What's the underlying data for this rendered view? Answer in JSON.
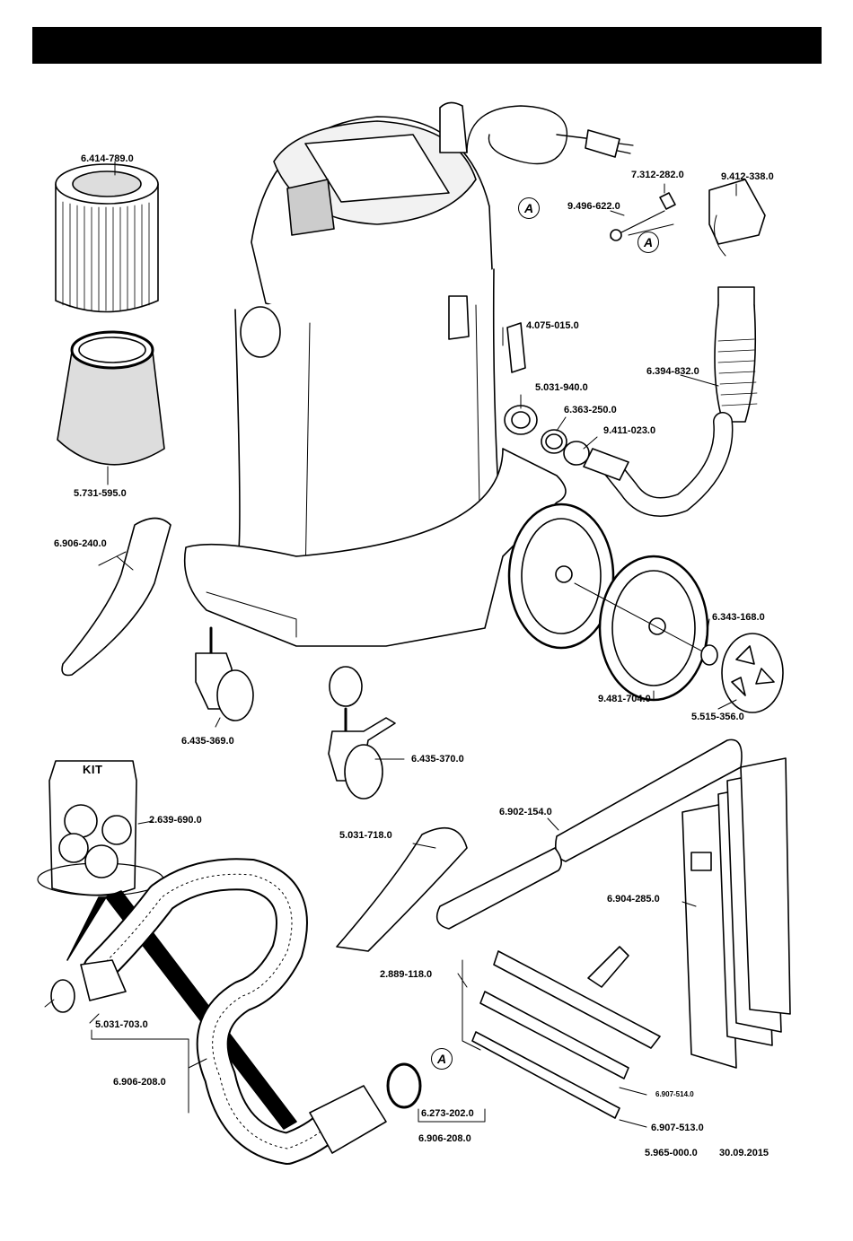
{
  "parts": [
    {
      "id": "p1",
      "label": "6.414-789.0"
    },
    {
      "id": "p2",
      "label": "5.731-595.0"
    },
    {
      "id": "p3",
      "label": "6.906-240.0"
    },
    {
      "id": "p4",
      "label": "7.312-282.0"
    },
    {
      "id": "p5",
      "label": "9.412-338.0"
    },
    {
      "id": "p6",
      "label": "9.496-622.0"
    },
    {
      "id": "p7",
      "label": "4.075-015.0"
    },
    {
      "id": "p8",
      "label": "6.394-832.0"
    },
    {
      "id": "p9",
      "label": "5.031-940.0"
    },
    {
      "id": "p10",
      "label": "6.363-250.0"
    },
    {
      "id": "p11",
      "label": "9.411-023.0"
    },
    {
      "id": "p12",
      "label": "6.343-168.0"
    },
    {
      "id": "p13",
      "label": "9.481-704.0"
    },
    {
      "id": "p14",
      "label": "5.515-356.0"
    },
    {
      "id": "p15",
      "label": "6.435-369.0"
    },
    {
      "id": "p16",
      "label": "6.435-370.0"
    },
    {
      "id": "p17",
      "label": "2.639-690.0"
    },
    {
      "id": "p18",
      "label": "5.031-718.0"
    },
    {
      "id": "p19",
      "label": "6.902-154.0"
    },
    {
      "id": "p20",
      "label": "6.904-285.0"
    },
    {
      "id": "p21",
      "label": "2.889-118.0"
    },
    {
      "id": "p22",
      "label": "5.031-703.0"
    },
    {
      "id": "p23",
      "label": "6.906-208.0"
    },
    {
      "id": "p24",
      "label": "6.273-202.0"
    },
    {
      "id": "p25",
      "label": "6.906-208.0"
    },
    {
      "id": "p26",
      "label": "6.907-514.0"
    },
    {
      "id": "p27",
      "label": "6.907-513.0"
    }
  ],
  "kit_label": "KIT",
  "marker_label": "A",
  "footer": {
    "doc_number": "5.965-000.0",
    "date": "30.09.2015"
  }
}
